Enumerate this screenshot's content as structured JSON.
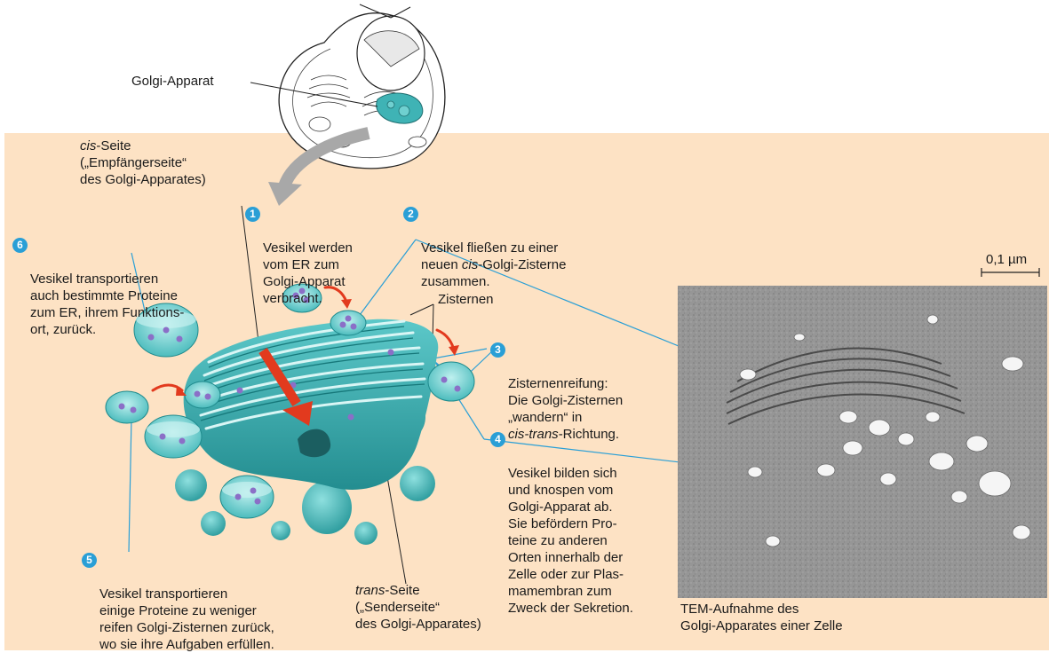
{
  "labels": {
    "golgi_top": "Golgi-Apparat",
    "cis_side_italic": "cis",
    "cis_side_rest": "-Seite\n(„Empfängerseite“\ndes Golgi-Apparates)",
    "trans_side_italic": "trans",
    "trans_side_rest": "-Seite\n(„Senderseite“\ndes Golgi-Apparates)",
    "zisternen": "Zisternen",
    "scale_bar": "0,1 µm",
    "tem_caption": "TEM-Aufnahme des\nGolgi-Apparates einer Zelle"
  },
  "steps": [
    {
      "number": "1",
      "text": "Vesikel werden\nvom ER zum\nGolgi-Apparat\nverbracht."
    },
    {
      "number": "2",
      "text_a": "Vesikel fließen zu einer\nneuen ",
      "italic": "cis",
      "text_b": "-Golgi-Zisterne\nzusammen."
    },
    {
      "number": "3",
      "text_a": "Zisternenreifung:\nDie Golgi-Zisternen\n„wandern“ in\n",
      "italic": "cis-trans",
      "text_b": "-Richtung."
    },
    {
      "number": "4",
      "text": "Vesikel bilden sich\nund knospen vom\nGolgi-Apparat ab.\nSie befördern Pro-\nteine zu anderen\nOrten innerhalb der\nZelle oder zur Plas-\nmamembran zum\nZweck der Sekretion."
    },
    {
      "number": "5",
      "text": "Vesikel transportieren\neinige Proteine zu weniger\nreifen Golgi-Zisternen zurück,\nwo sie ihre Aufgaben erfüllen."
    },
    {
      "number": "6",
      "text": "Vesikel transportieren\nauch bestimmte Proteine\nzum ER, ihrem Funktions-\nort, zurück."
    }
  ],
  "colors": {
    "panel": "#fde2c4",
    "golgi": "#3fb3b5",
    "golgi_dark": "#1f8a8d",
    "arrow_red": "#e23a1e",
    "step_badge": "#2a9fd6",
    "vesicle_cargo": "#8b6fc7"
  },
  "icons": [
    "cell-illustration",
    "golgi-3d-illustration",
    "tem-micrograph"
  ]
}
